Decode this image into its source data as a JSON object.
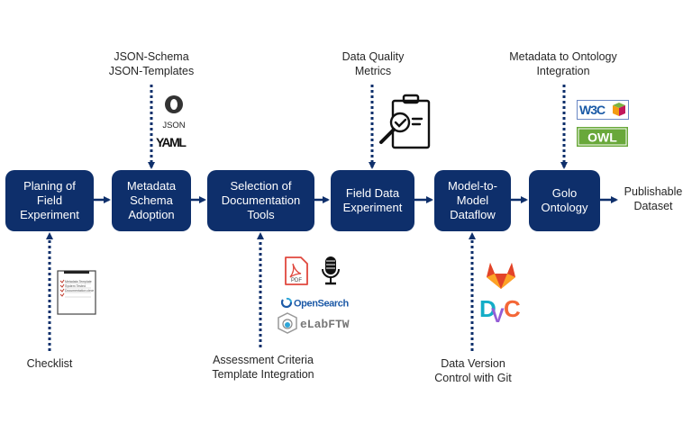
{
  "colors": {
    "box_fill": "#0e2f6b",
    "arrow": "#0e2f6b",
    "text": "#262626",
    "box_text": "#ffffff"
  },
  "steps": [
    {
      "id": "planning",
      "lines": [
        "Planing of",
        "Field",
        "Experiment"
      ]
    },
    {
      "id": "metadata-schema",
      "lines": [
        "Metadata",
        "Schema",
        "Adoption"
      ]
    },
    {
      "id": "documentation-tools",
      "lines": [
        "Selection of",
        "Documentation",
        "Tools"
      ]
    },
    {
      "id": "field-data",
      "lines": [
        "Field Data",
        "Experiment"
      ]
    },
    {
      "id": "model-dataflow",
      "lines": [
        "Model-to-",
        "Model",
        "Dataflow"
      ]
    },
    {
      "id": "golo-ontology",
      "lines": [
        "Golo",
        "Ontology"
      ]
    }
  ],
  "output": {
    "lines": [
      "Publishable",
      "Dataset"
    ]
  },
  "top_inputs": [
    {
      "target": "metadata-schema",
      "lines": [
        "JSON-Schema",
        "JSON-Templates"
      ],
      "icons": [
        "json-icon",
        "yaml-icon"
      ]
    },
    {
      "target": "field-data",
      "lines": [
        "Data Quality",
        "Metrics"
      ],
      "icons": [
        "clipboard-magnifier-icon"
      ]
    },
    {
      "target": "golo-ontology",
      "lines": [
        "Metadata to Ontology",
        "Integration"
      ],
      "icons": [
        "w3c-logo",
        "owl-logo"
      ]
    }
  ],
  "bottom_inputs": [
    {
      "target": "planning",
      "lines": [
        "Checklist"
      ],
      "icons": [
        "checklist-icon"
      ]
    },
    {
      "target": "documentation-tools",
      "lines": [
        "Assessment Criteria",
        "Template Integration"
      ],
      "icons": [
        "pdf-icon",
        "microphone-icon",
        "opensearch-logo",
        "elabftw-logo"
      ]
    },
    {
      "target": "model-dataflow",
      "lines": [
        "Data Version",
        "Control with Git"
      ],
      "icons": [
        "gitlab-logo",
        "dvc-logo"
      ]
    }
  ],
  "logos": {
    "json": "JSON",
    "yaml": "YAML",
    "w3c": "W3C",
    "owl": "OWL",
    "pdf": "PDF",
    "opensearch": "OpenSearch",
    "elabftw": "eLabFTW",
    "dvc_d": "D",
    "dvc_v": "V",
    "dvc_c": "C",
    "checklist_lines": [
      "Metadata Template",
      "System Tested",
      "Documentation clear"
    ]
  }
}
